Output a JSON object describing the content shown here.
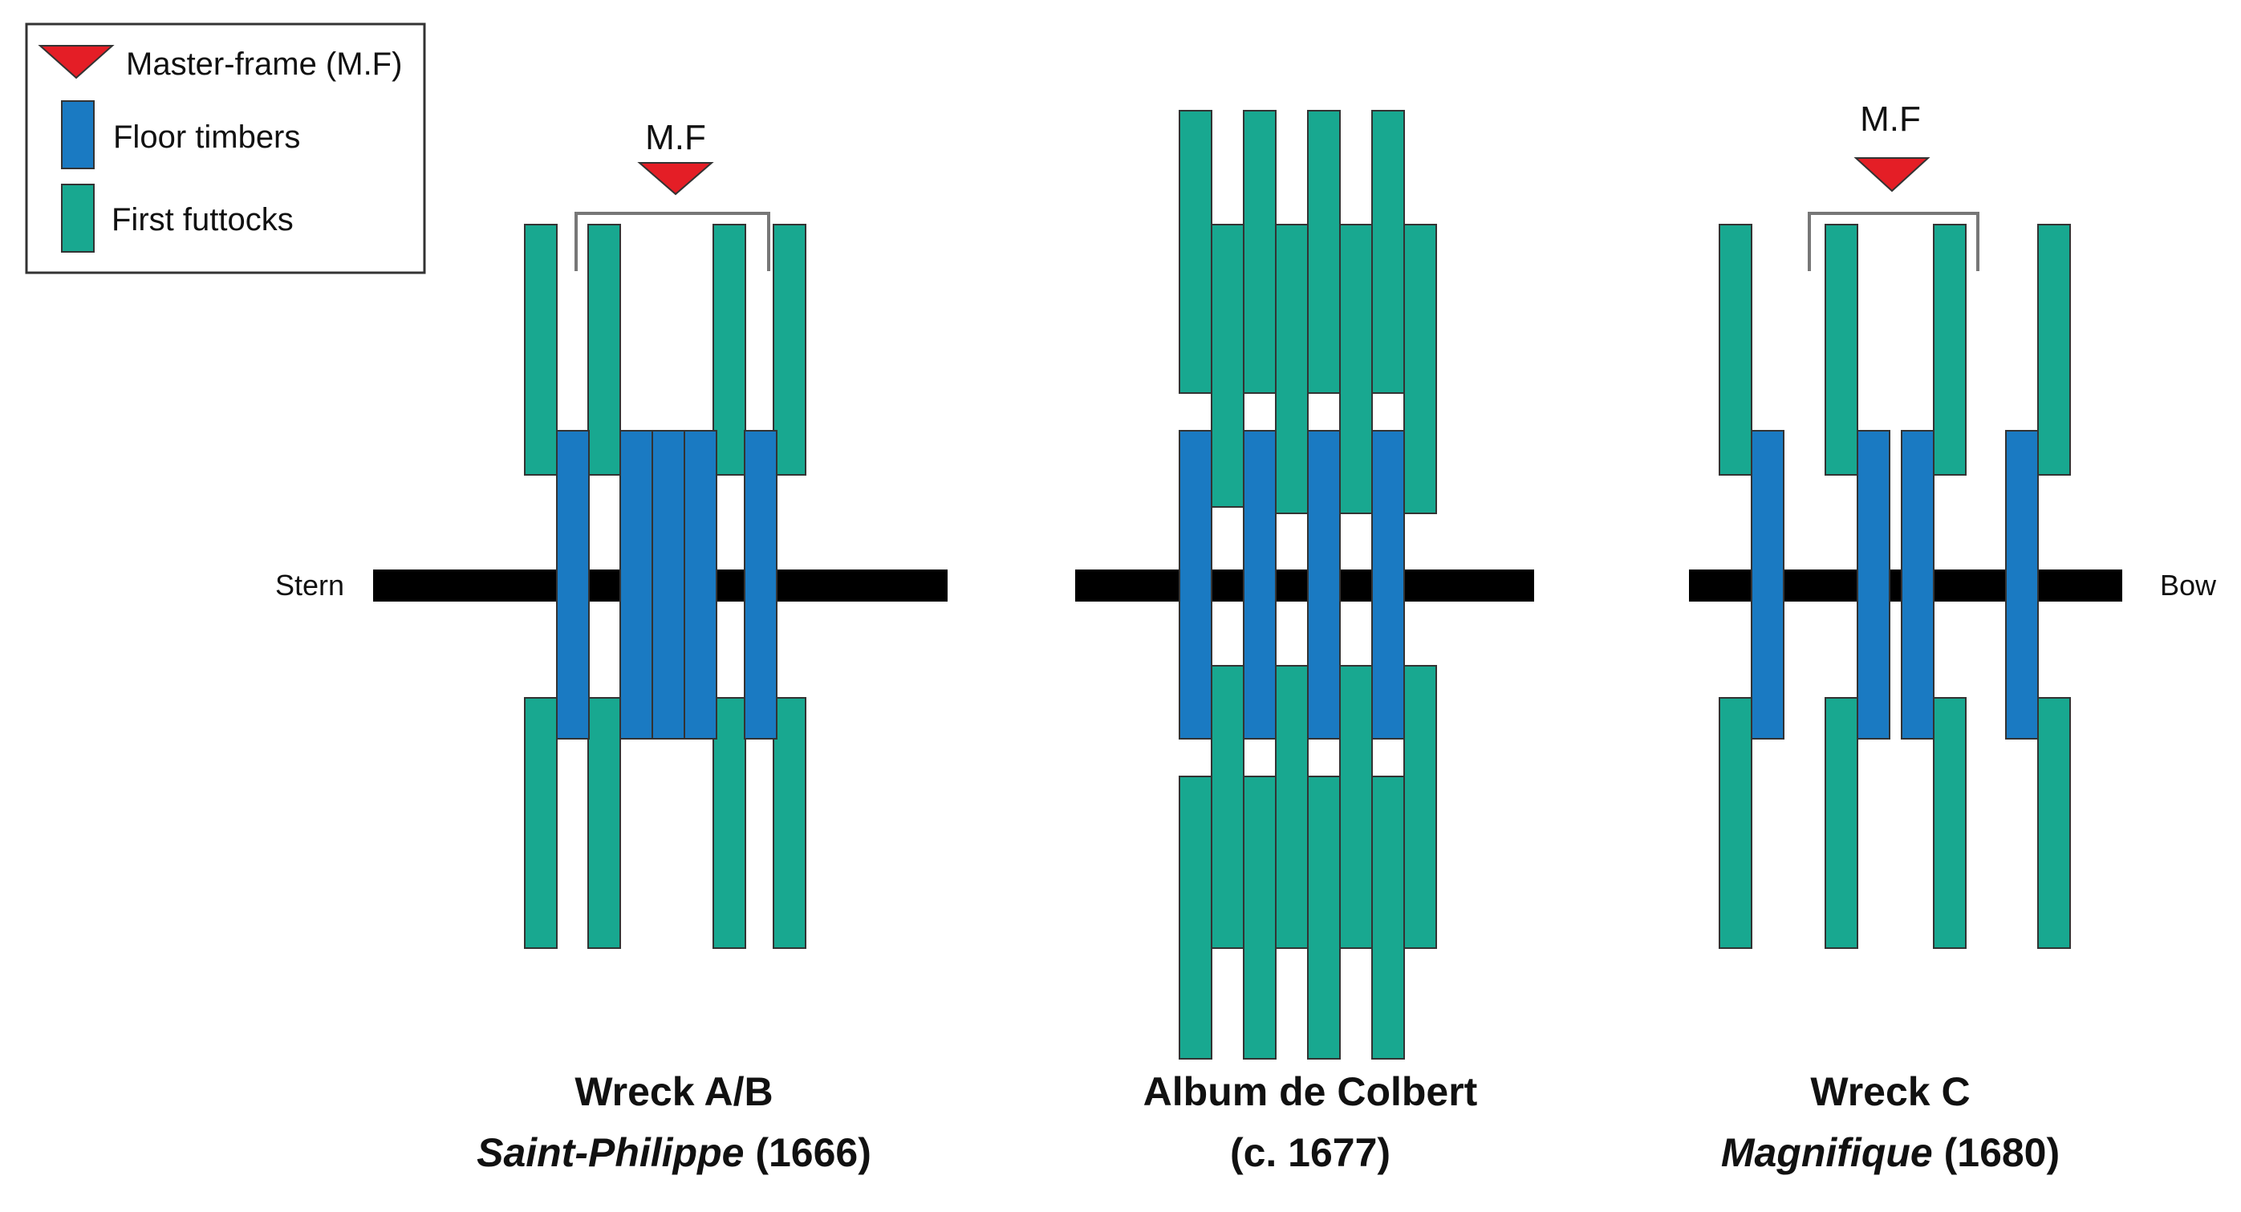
{
  "legend": {
    "master_frame": "Master-frame (M.F)",
    "floor_timbers": "Floor timbers",
    "first_futtocks": "First futtocks"
  },
  "labels": {
    "stern": "Stern",
    "bow": "Bow",
    "mf_marker": "M.F"
  },
  "panels": {
    "wreck_ab": {
      "title": "Wreck A/B",
      "ship": "Saint-Philippe",
      "year": " (1666)"
    },
    "colbert": {
      "title": "Album de Colbert",
      "year": "(c. 1677)"
    },
    "wreck_c": {
      "title": "Wreck C",
      "ship": "Magnifique",
      "year": " (1680)"
    }
  },
  "colors": {
    "floor_timber": "#1a7ac2",
    "first_futtock": "#18a890",
    "master_frame_marker": "#e41e26",
    "keel": "#000000",
    "outline": "#333333"
  },
  "icons": {
    "master_frame": "red-down-triangle",
    "floor_timber": "blue-rectangle",
    "first_futtock": "green-rectangle"
  }
}
